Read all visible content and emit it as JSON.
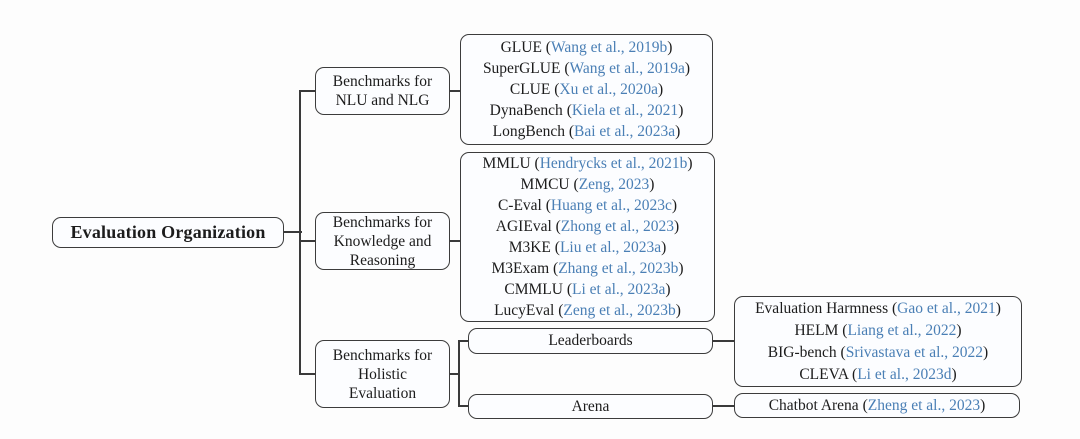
{
  "figure": {
    "kind": "taxonomy-tree"
  },
  "palette": {
    "citation_blue": "#4a7fb5",
    "line_color": "#3a3a3a",
    "box_fill": "#fcfdff"
  },
  "punct": {
    "open": "(",
    "close": ")"
  },
  "root": {
    "label": "Evaluation Organization"
  },
  "branches": {
    "nlu": {
      "lines": [
        "Benchmarks for",
        "NLU and NLG"
      ]
    },
    "knowledge": {
      "lines": [
        "Benchmarks for",
        "Knowledge and",
        "Reasoning"
      ]
    },
    "holistic": {
      "lines": [
        "Benchmarks for",
        "Holistic",
        "Evaluation"
      ]
    }
  },
  "mid": {
    "leaderboards": "Leaderboards",
    "arena": "Arena"
  },
  "leaves": {
    "nlu_items": [
      {
        "name": "GLUE",
        "citation": "Wang et al., 2019b"
      },
      {
        "name": "SuperGLUE",
        "citation": "Wang et al., 2019a"
      },
      {
        "name": "CLUE",
        "citation": "Xu et al., 2020a"
      },
      {
        "name": "DynaBench",
        "citation": "Kiela et al., 2021"
      },
      {
        "name": "LongBench",
        "citation": "Bai et al., 2023a"
      }
    ],
    "knowledge_items": [
      {
        "name": "MMLU",
        "citation": "Hendrycks et al., 2021b"
      },
      {
        "name": "MMCU",
        "citation": "Zeng, 2023"
      },
      {
        "name": "C-Eval",
        "citation": "Huang et al., 2023c"
      },
      {
        "name": "AGIEval",
        "citation": "Zhong et al., 2023"
      },
      {
        "name": "M3KE",
        "citation": "Liu et al., 2023a"
      },
      {
        "name": "M3Exam",
        "citation": "Zhang et al., 2023b"
      },
      {
        "name": "CMMLU",
        "citation": "Li et al., 2023a"
      },
      {
        "name": "LucyEval",
        "citation": "Zeng et al., 2023b"
      }
    ],
    "leaderboard_items": [
      {
        "name": "Evaluation Harmness",
        "citation": "Gao et al., 2021"
      },
      {
        "name": "HELM",
        "citation": "Liang et al., 2022"
      },
      {
        "name": "BIG-bench",
        "citation": "Srivastava et al., 2022"
      },
      {
        "name": "CLEVA",
        "citation": "Li et al., 2023d"
      }
    ],
    "arena_items": [
      {
        "name": "Chatbot Arena",
        "citation": "Zheng et al., 2023"
      }
    ]
  }
}
